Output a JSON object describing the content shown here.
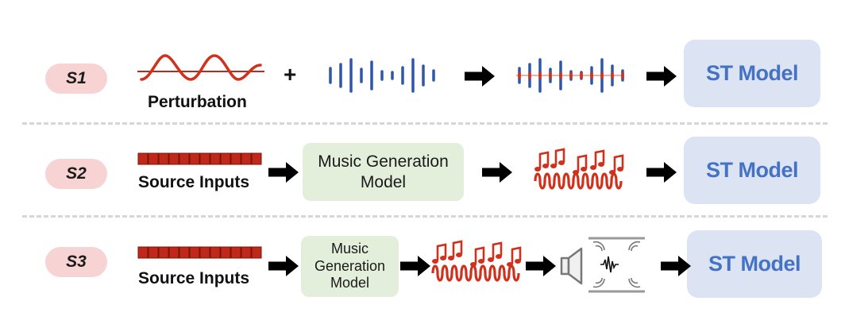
{
  "rows": [
    {
      "label": "S1",
      "perturbation_caption": "Perturbation",
      "plus": "+",
      "target": "ST Model"
    },
    {
      "label": "S2",
      "source_caption": "Source Inputs",
      "generator": "Music Generation Model",
      "target": "ST Model"
    },
    {
      "label": "S3",
      "source_caption": "Source Inputs",
      "generator_lines": [
        "Music",
        "Generation",
        "Model"
      ],
      "target": "ST Model"
    }
  ],
  "colors": {
    "stage_label_bg": "#f8d3d3",
    "target_bg": "#dce3f3",
    "target_text": "#4472c4",
    "generator_bg": "#e3efdb",
    "audio_blue": "#2f57a8",
    "perturb_red": "#d0311c",
    "token_red": "#c0291a",
    "arrow": "#000000",
    "separator": "#d6d6d6"
  },
  "icons": [
    "sine-wave-icon",
    "audio-waveform-icon",
    "token-sequence-icon",
    "music-notes-icon",
    "speaker-icon",
    "room-reverb-icon",
    "arrow-right-icon"
  ]
}
